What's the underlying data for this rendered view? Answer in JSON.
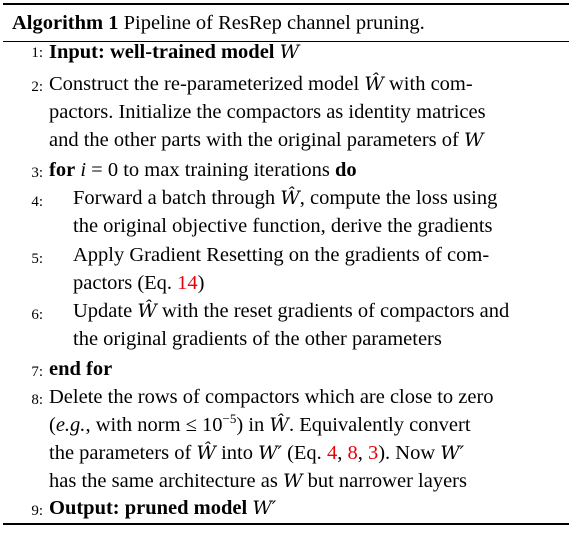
{
  "caption": {
    "label": "Algorithm 1",
    "title": "Pipeline of ResRep channel pruning."
  },
  "lines": [
    {
      "num": "1:",
      "seg": [
        "Input: well-trained model",
        "W"
      ]
    },
    {
      "num": "2:",
      "seg": [
        "Construct the re-parameterized model",
        "Ŵ",
        "with com-",
        "pactors. Initialize the compactors as identity matrices",
        "and the other parts with the original parameters of",
        "W"
      ]
    },
    {
      "num": "3:",
      "seg": [
        "for",
        "i",
        "= 0 to max training iterations",
        "do"
      ]
    },
    {
      "num": "4:",
      "seg": [
        "Forward a batch through",
        "Ŵ",
        ", compute the loss using",
        "the original objective function, derive the gradients"
      ]
    },
    {
      "num": "5:",
      "seg": [
        "Apply Gradient Resetting on the gradients of com-",
        "pactors (Eq.",
        "14",
        ")"
      ]
    },
    {
      "num": "6:",
      "seg": [
        "Update",
        "Ŵ",
        "with the reset gradients of compactors and",
        "the original gradients of the other parameters"
      ]
    },
    {
      "num": "7:",
      "seg": [
        "end for"
      ]
    },
    {
      "num": "8:",
      "seg": [
        "Delete the rows of compactors which are close to zero",
        "(",
        "e.g.",
        ", with norm",
        "≤ 10",
        "−5",
        ") in",
        "Ŵ",
        ". Equivalently convert",
        "the parameters of",
        "Ŵ",
        "into",
        "W′",
        "(Eq.",
        "4",
        ",",
        "8",
        ",",
        "3",
        "). Now",
        "W′",
        "has the same architecture as",
        "W",
        "but narrower layers"
      ]
    },
    {
      "num": "9:",
      "seg": [
        "Output: pruned model",
        "W′"
      ]
    }
  ]
}
